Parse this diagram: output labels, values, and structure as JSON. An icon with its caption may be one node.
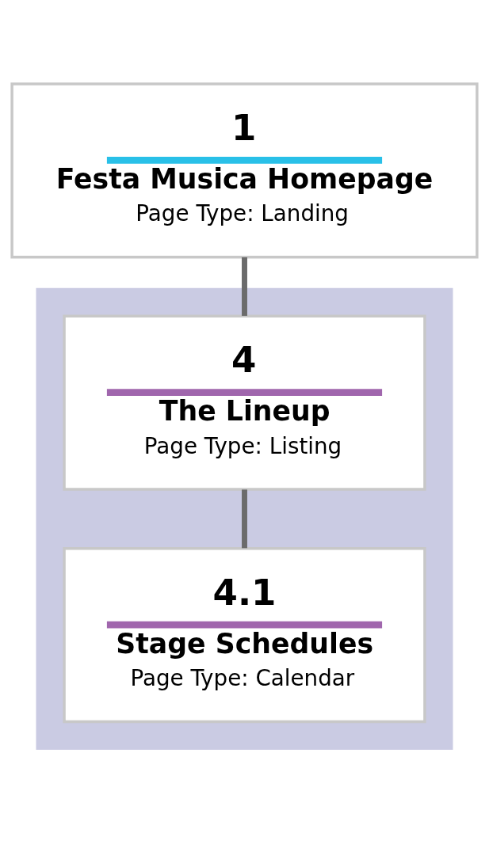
{
  "diagram": {
    "nodes": [
      {
        "text": [
          "1",
          "Festa Musica Homepage",
          "Page Type: Landing"
        ]
      },
      {
        "text": [],
        "shape": "box"
      },
      {
        "text": [
          "4",
          "The Lineup",
          "Page Type: Listing"
        ],
        "in": 1
      },
      {
        "text": [
          "4.1",
          "Stage Schedules",
          "Page Type: Calendar"
        ],
        "in": 1
      }
    ],
    "edges": [
      {
        "from": 0,
        "to": 2,
        "arrow": "none"
      },
      {
        "from": 2,
        "to": 3,
        "arrow": "none"
      }
    ]
  }
}
